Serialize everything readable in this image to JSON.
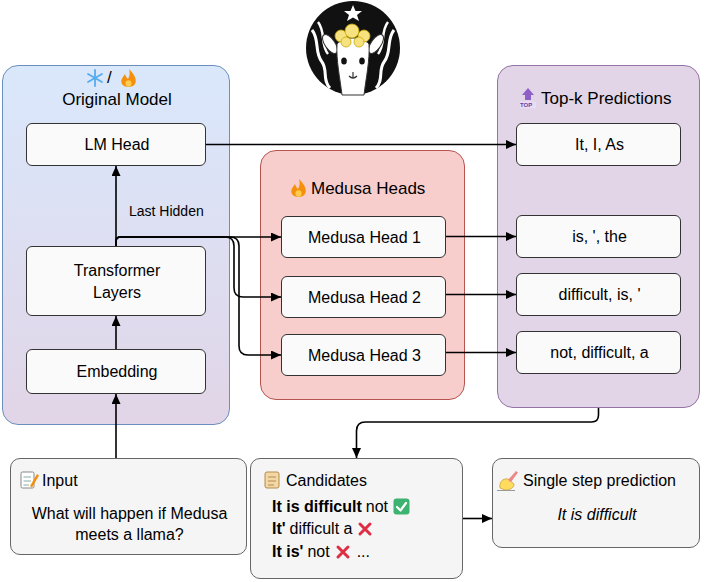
{
  "diagram": {
    "nodes": [
      {
        "text": [
          "Original Model"
        ]
      },
      {
        "text": [
          "LM Head"
        ],
        "in": 0
      },
      {
        "text": [
          "Transformer Layers"
        ],
        "in": 0
      },
      {
        "text": [
          "Embedding"
        ],
        "in": 0
      },
      {
        "text": [
          "Medusa Heads"
        ]
      },
      {
        "text": [
          "Medusa Head 1"
        ],
        "in": 4
      },
      {
        "text": [
          "Medusa Head 2"
        ],
        "in": 4
      },
      {
        "text": [
          "Medusa Head 3"
        ],
        "in": 4
      },
      {
        "text": [
          "Top-k Predictions"
        ]
      },
      {
        "text": [
          "It, I, As"
        ],
        "in": 8
      },
      {
        "text": [
          "is, ', the"
        ],
        "in": 8
      },
      {
        "text": [
          "difficult, is, '"
        ],
        "in": 8
      },
      {
        "text": [
          "not, difficult, a"
        ],
        "in": 8
      },
      {
        "text": [
          "Input",
          "What will happen if Medusa meets a llama?"
        ]
      },
      {
        "text": [
          "Candidates",
          "It is difficult",
          "not",
          "It'",
          "difficult a",
          "It is'",
          "not",
          "..."
        ]
      },
      {
        "text": [
          "Single step prediction",
          "It is difficult"
        ]
      }
    ],
    "edges": [
      {
        "from": 13,
        "to": 3,
        "arrow": "to"
      },
      {
        "from": 3,
        "to": 2,
        "arrow": "to"
      },
      {
        "from": 2,
        "to": 1,
        "arrow": "to"
      },
      {
        "from": 1,
        "to": 9,
        "arrow": "to"
      },
      {
        "from": 2,
        "to": 5,
        "arrow": "to"
      },
      {
        "from": 2,
        "to": 6,
        "arrow": "to"
      },
      {
        "from": 2,
        "to": 7,
        "arrow": "to"
      },
      {
        "from": 5,
        "to": 10,
        "arrow": "to"
      },
      {
        "from": 6,
        "to": 11,
        "arrow": "to"
      },
      {
        "from": 7,
        "to": 12,
        "arrow": "to"
      },
      {
        "from": 8,
        "to": 14,
        "arrow": "to"
      },
      {
        "from": 14,
        "to": 15,
        "arrow": "to"
      }
    ],
    "labels": [
      "/",
      "Last Hidden",
      "TOP"
    ]
  }
}
